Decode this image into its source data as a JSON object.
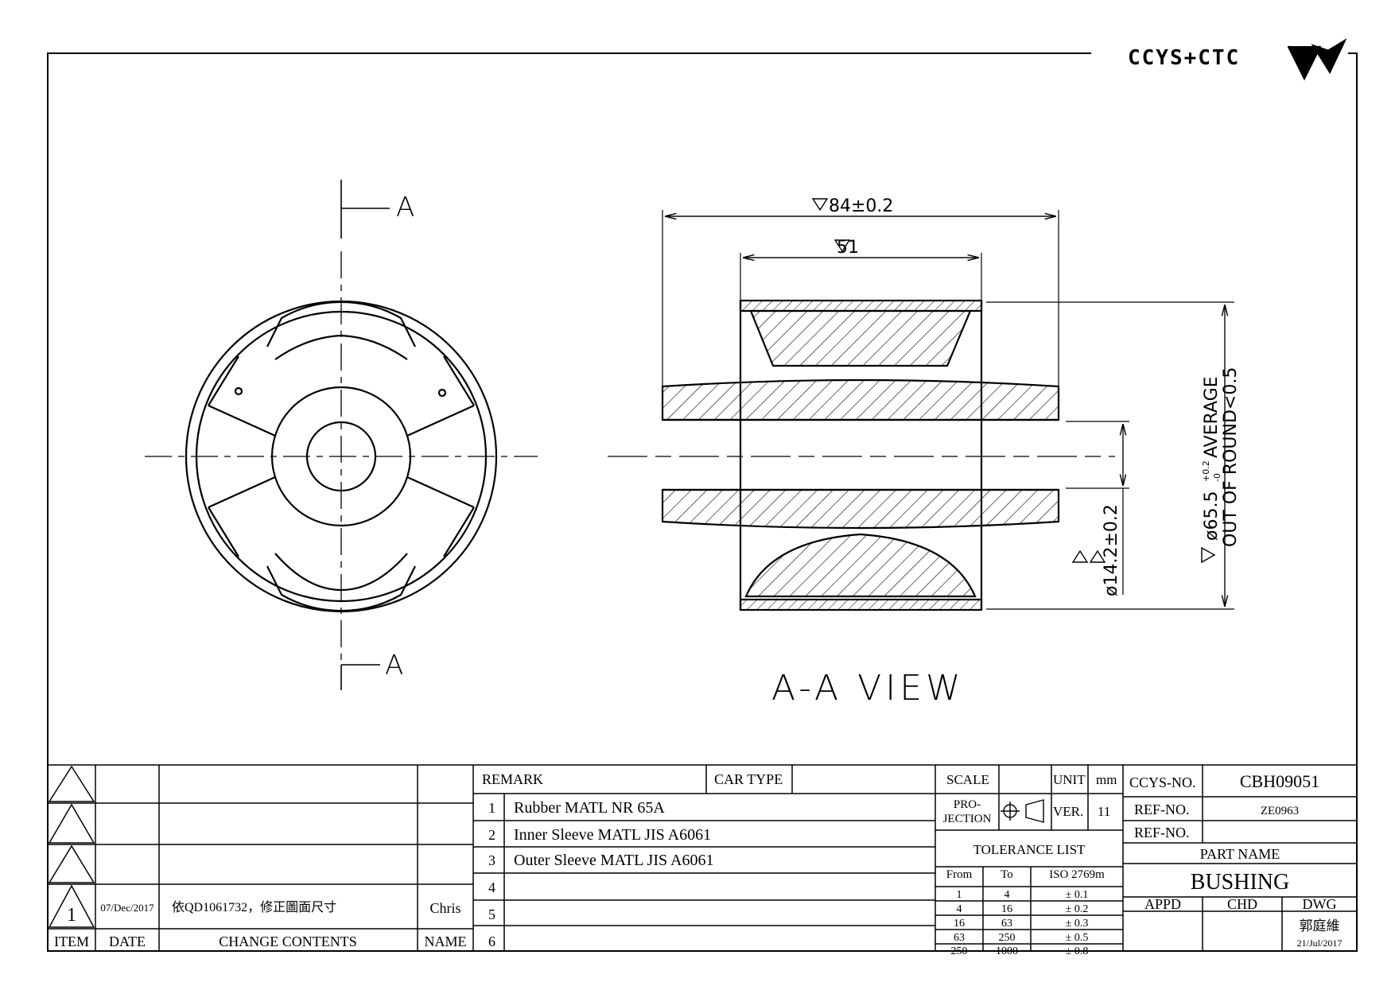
{
  "logo": {
    "text": "CCYS+CTC"
  },
  "view": {
    "section_top": "A",
    "section_bottom": "A",
    "title": "A-A VIEW",
    "dim_outer_width": "84±0.2",
    "dim_inner_width": "51",
    "dim_bore": "ø14.2±0.2",
    "dim_od_line1": "ø65.5+0.2/-0 AVERAGE",
    "dim_od_line2": "OUT OF ROUND<0.5",
    "od_main": "ø65.5",
    "od_upper": "+0.2",
    "od_lower": "-0",
    "od_suffix": "AVERAGE",
    "oor": "OUT OF ROUND<0.5",
    "bore_value": "ø14.2±0.2",
    "outer_value": "84±0.2",
    "inner_value": "51"
  },
  "revisions": {
    "headers": {
      "item": "ITEM",
      "date": "DATE",
      "contents": "CHANGE CONTENTS",
      "name": "NAME"
    },
    "rows": [
      {
        "item": "",
        "date": "",
        "contents": "",
        "name": ""
      },
      {
        "item": "",
        "date": "",
        "contents": "",
        "name": ""
      },
      {
        "item": "",
        "date": "",
        "contents": "",
        "name": ""
      },
      {
        "item": "1",
        "date": "07/Dec/2017",
        "contents": "依QD1061732，修正圖面尺寸",
        "name": "Chris"
      }
    ]
  },
  "remarks": {
    "header": "REMARK",
    "car_type_label": "CAR TYPE",
    "car_type_value": "",
    "items": [
      {
        "no": "1",
        "text": "Rubber MATL NR 65A"
      },
      {
        "no": "2",
        "text": "Inner Sleeve MATL JIS A6061"
      },
      {
        "no": "3",
        "text": "Outer Sleeve MATL JIS A6061"
      },
      {
        "no": "4",
        "text": ""
      },
      {
        "no": "5",
        "text": ""
      },
      {
        "no": "6",
        "text": ""
      }
    ]
  },
  "title_block": {
    "scale_label": "SCALE",
    "scale_value": "",
    "unit_label": "UNIT",
    "unit_value": "mm",
    "projection_label_1": "PRO-",
    "projection_label_2": "JECTION",
    "ver_label": "VER.",
    "ver_value": "11",
    "tolerance_title": "TOLERANCE LIST",
    "tolerance_headers": {
      "from": "From",
      "to": "To",
      "std": "ISO 2769m"
    },
    "tolerance_rows": [
      {
        "from": "1",
        "to": "4",
        "tol": "± 0.1"
      },
      {
        "from": "4",
        "to": "16",
        "tol": "± 0.2"
      },
      {
        "from": "16",
        "to": "63",
        "tol": "± 0.3"
      },
      {
        "from": "63",
        "to": "250",
        "tol": "± 0.5"
      },
      {
        "from": "250",
        "to": "1000",
        "tol": "± 0.8"
      }
    ],
    "ccys_no_label": "CCYS-NO.",
    "ccys_no_value": "CBH09051",
    "ref_no_label_1": "REF-NO.",
    "ref_no_value_1": "ZE0963",
    "ref_no_label_2": "REF-NO.",
    "ref_no_value_2": "",
    "part_name_label": "PART NAME",
    "part_name_value": "BUSHING",
    "appd_label": "APPD",
    "chd_label": "CHD",
    "dwg_label": "DWG",
    "appd_value": "",
    "chd_value": "",
    "dwg_value": "郭庭維",
    "dwg_date": "21/Jul/2017"
  }
}
